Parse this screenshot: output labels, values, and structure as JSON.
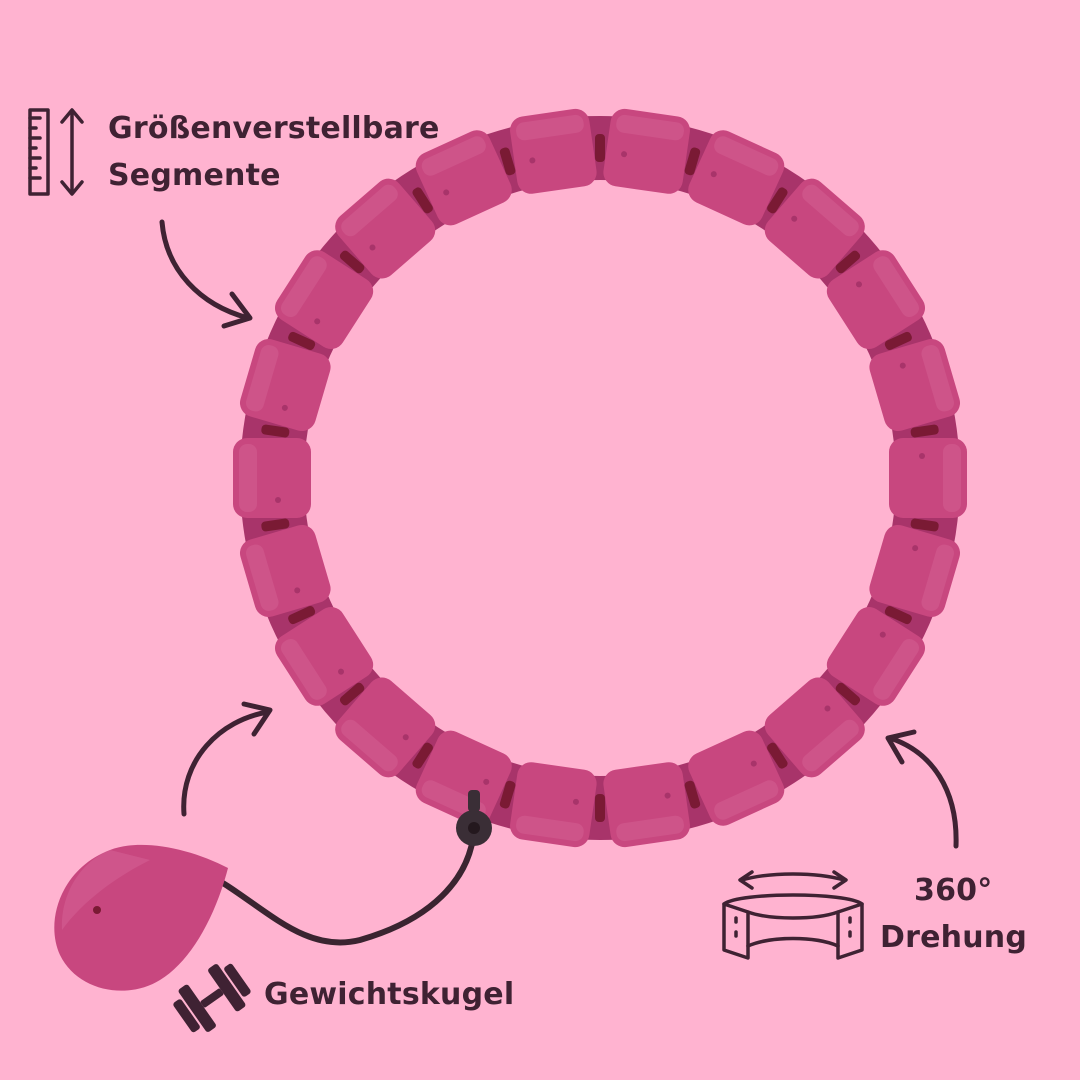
{
  "colors": {
    "background": "#ffb3d0",
    "hoop": "#c8477f",
    "hoop_shadow": "#a8346a",
    "hoop_highlight": "#d35f92",
    "joint": "#7a1a34",
    "text": "#3f2233"
  },
  "features": {
    "segments": {
      "icon": "ruler-height-icon",
      "line1": "Größenverstellbare",
      "line2": "Segmente"
    },
    "rotation": {
      "icon": "rotation-band-icon",
      "line1": "360°",
      "line2": "Drehung"
    },
    "weight": {
      "icon": "dumbbell-icon",
      "label": "Gewichtskugel"
    }
  }
}
